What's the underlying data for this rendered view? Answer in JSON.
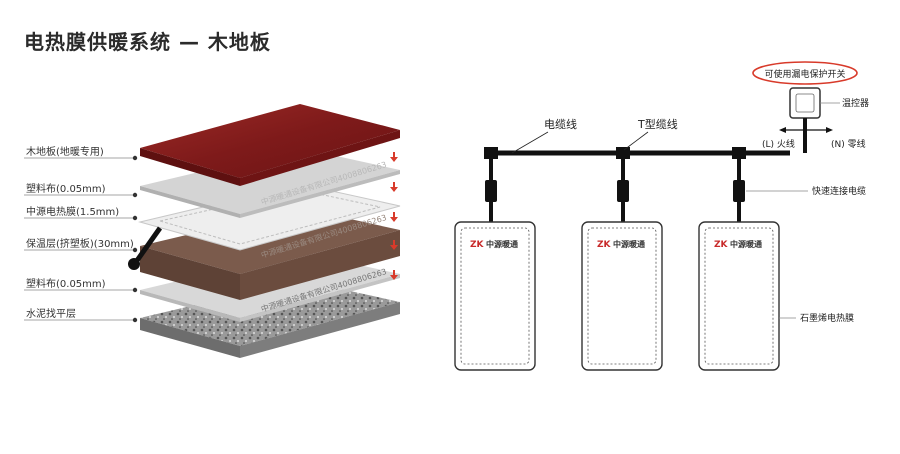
{
  "title": "电热膜供暖系统 — 木地板",
  "layers": [
    {
      "label": "木地板(地暖专用)"
    },
    {
      "label": "塑料布(0.05mm)"
    },
    {
      "label": "中源电热膜(1.5mm)"
    },
    {
      "label": "保温层(挤塑板)(30mm)"
    },
    {
      "label": "塑料布(0.05mm)"
    },
    {
      "label": "水泥找平层"
    }
  ],
  "watermark": "中源暖通设备有限公司4008806263",
  "wiring": {
    "cable_label": "电缆线",
    "t_cable_label": "T型缆线",
    "switch_label": "可使用漏电保护开关",
    "thermostat_label": "温控器",
    "live_label": "(L) 火线",
    "neutral_label": "(N) 零线",
    "connector_label": "快速连接电缆",
    "film_label": "石墨烯电热膜",
    "panel_logo": "中源暖通",
    "panel_logo_mark": "ZK"
  },
  "colors": {
    "wood": "#8b1f1f",
    "insulation": "#7a5a4a",
    "arrow": "#d83a2a",
    "switch_oval": "#d83a2a"
  }
}
